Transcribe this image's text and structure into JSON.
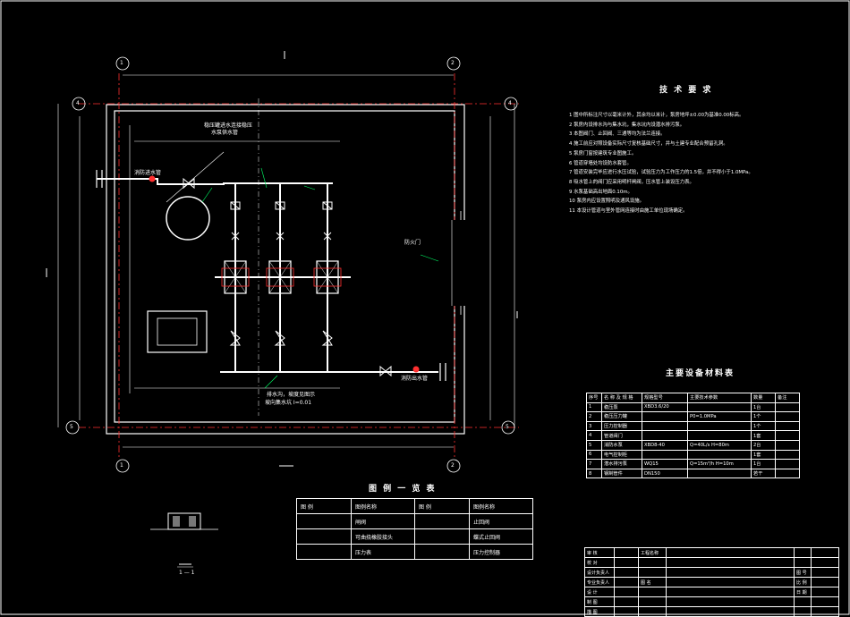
{
  "drawing": {
    "tech_title": "技 术 要 求",
    "notes": [
      "1 图中所标注尺寸以毫米计外，其余均以米计，泵房地坪±0.00为基准0.00标高。",
      "2 泵房内设排水沟与集水坑，集水坑内设潜水排污泵。",
      "3 本图阀门、止回阀、三通等均为法兰连接。",
      "4 施工前应对照设备实际尺寸复核基础尺寸，并与土建专业配合预留孔洞。",
      "5 泵房门窗按建筑专业图施工。",
      "6 管道穿墙处均设防水套管。",
      "7 管道安装完毕应进行水压试验，试验压力为工作压力的1.5倍，并不得小于1.0MPa。",
      "8 吸水管上的阀门应采用明杆闸阀，压水管上装设压力表。",
      "9 水泵基础高出地面0.10m。",
      "10 泵房内应设置照明及通风设施。",
      "11 本设计管道与室外管网连接时由施工单位现场确定。"
    ],
    "eq_title": "主要设备材料表",
    "eq_headers": [
      "序号",
      "名 称 及 规 格",
      "规格型号",
      "主要技术参数",
      "数量",
      "备注"
    ],
    "eq_rows": [
      [
        "1",
        "稳压泵",
        "XBD3.6/20",
        "",
        "1台",
        ""
      ],
      [
        "2",
        "稳压压力罐",
        "",
        "P0=1.0MPa",
        "1个",
        ""
      ],
      [
        "3",
        "压力控制器",
        "",
        "",
        "1个",
        ""
      ],
      [
        "4",
        "管道阀门",
        "",
        "",
        "1套",
        ""
      ],
      [
        "5",
        "消防水泵",
        "XBD8-40",
        "Q=40L/s H=80m",
        "2台",
        ""
      ],
      [
        "6",
        "电气控制柜",
        "",
        "",
        "1套",
        ""
      ],
      [
        "7",
        "潜水排污泵",
        "WQ15",
        "Q=15m³/h H=10m",
        "1台",
        ""
      ],
      [
        "8",
        "钢制管件",
        "DN150",
        "",
        "若干",
        ""
      ]
    ],
    "legend_title": "图 例 一 览 表",
    "legend_headers": [
      "图 例",
      "图例名称",
      "图 例",
      "图例名称"
    ],
    "legend_rows": [
      [
        "",
        "闸阀",
        "",
        "止回阀"
      ],
      [
        "",
        "可曲挠橡胶接头",
        "",
        "蝶式止回阀"
      ],
      [
        "",
        "压力表",
        "",
        "压力控制器"
      ]
    ],
    "labels": {
      "inlet": "消防进水管",
      "outlet": "消防出水管",
      "pipe_note1": "稳压罐进水连接稳压",
      "pipe_note2": "水泵供水管",
      "door": "防火门",
      "drain1": "排水沟，坡度见图示",
      "drain2": "坡向集水坑 I=0.01",
      "section": "1 — 1"
    },
    "axis_bubbles": [
      "1",
      "2",
      "1",
      "2",
      "4",
      "4",
      "5",
      "5"
    ],
    "titleblock": {
      "rows": [
        [
          "审 核",
          "",
          "工程名称",
          "",
          "",
          ""
        ],
        [
          "校 对",
          "",
          "",
          "",
          "",
          ""
        ],
        [
          "设计负责人",
          "",
          "",
          "",
          "图 号",
          ""
        ],
        [
          "专业负责人",
          "",
          "图 名",
          "",
          "比 例",
          ""
        ],
        [
          "设 计",
          "",
          "",
          "",
          "日 期",
          ""
        ],
        [
          "制 图",
          "",
          "",
          "",
          "",
          ""
        ],
        [
          "描 图",
          "",
          "",
          "",
          "",
          ""
        ]
      ]
    },
    "colors": {
      "line": "#ffffff",
      "accent_red": "#ff3030",
      "green": "#00ff66",
      "yellow": "#ffff66"
    }
  }
}
